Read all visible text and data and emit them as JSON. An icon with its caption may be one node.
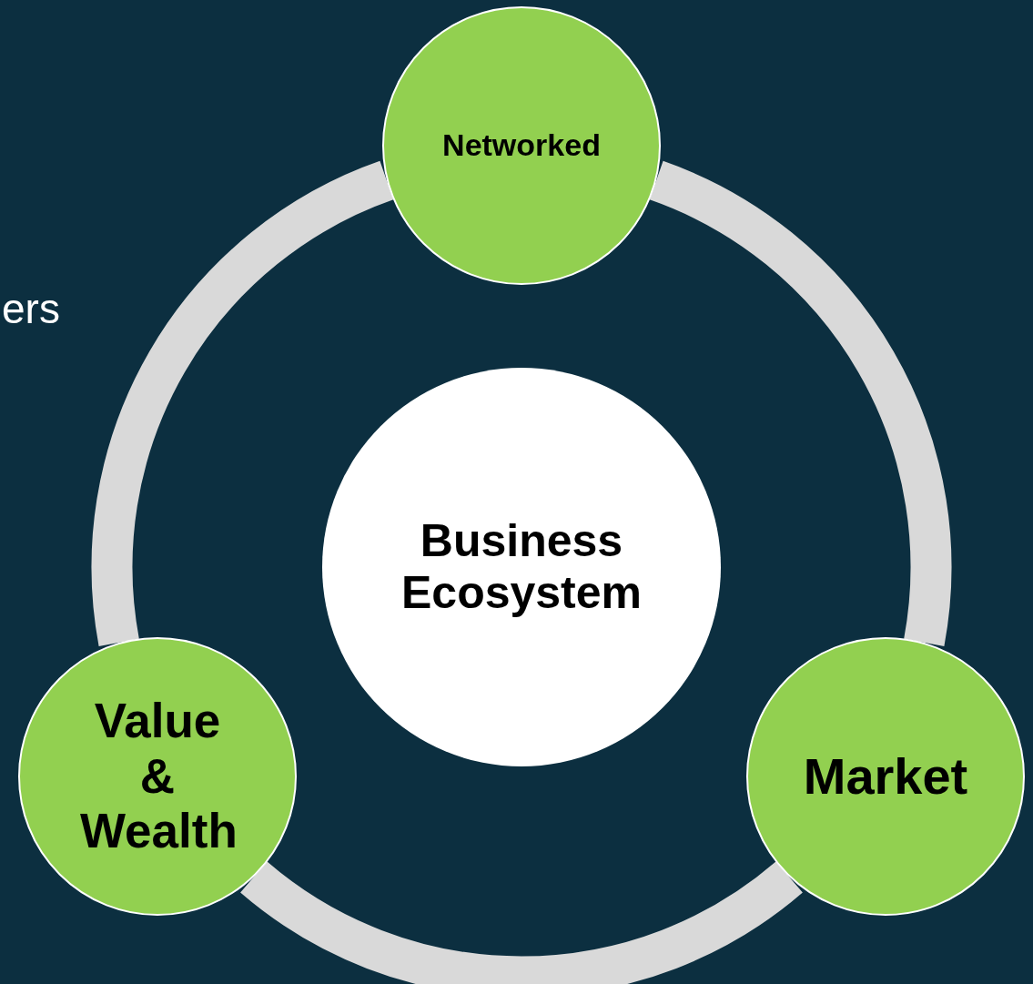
{
  "diagram": {
    "nodes": [
      {
        "text": [
          "Networked"
        ]
      },
      {
        "text": [
          "Business Ecosystem"
        ]
      },
      {
        "text": [
          "Value & Wealth"
        ]
      },
      {
        "text": [
          "Market"
        ]
      }
    ],
    "edges": [
      {
        "from": 0,
        "to": 3,
        "arrow": "none"
      },
      {
        "from": 3,
        "to": 2,
        "arrow": "none"
      },
      {
        "from": 2,
        "to": 0,
        "arrow": "none"
      }
    ],
    "labels": [
      "ers"
    ]
  }
}
